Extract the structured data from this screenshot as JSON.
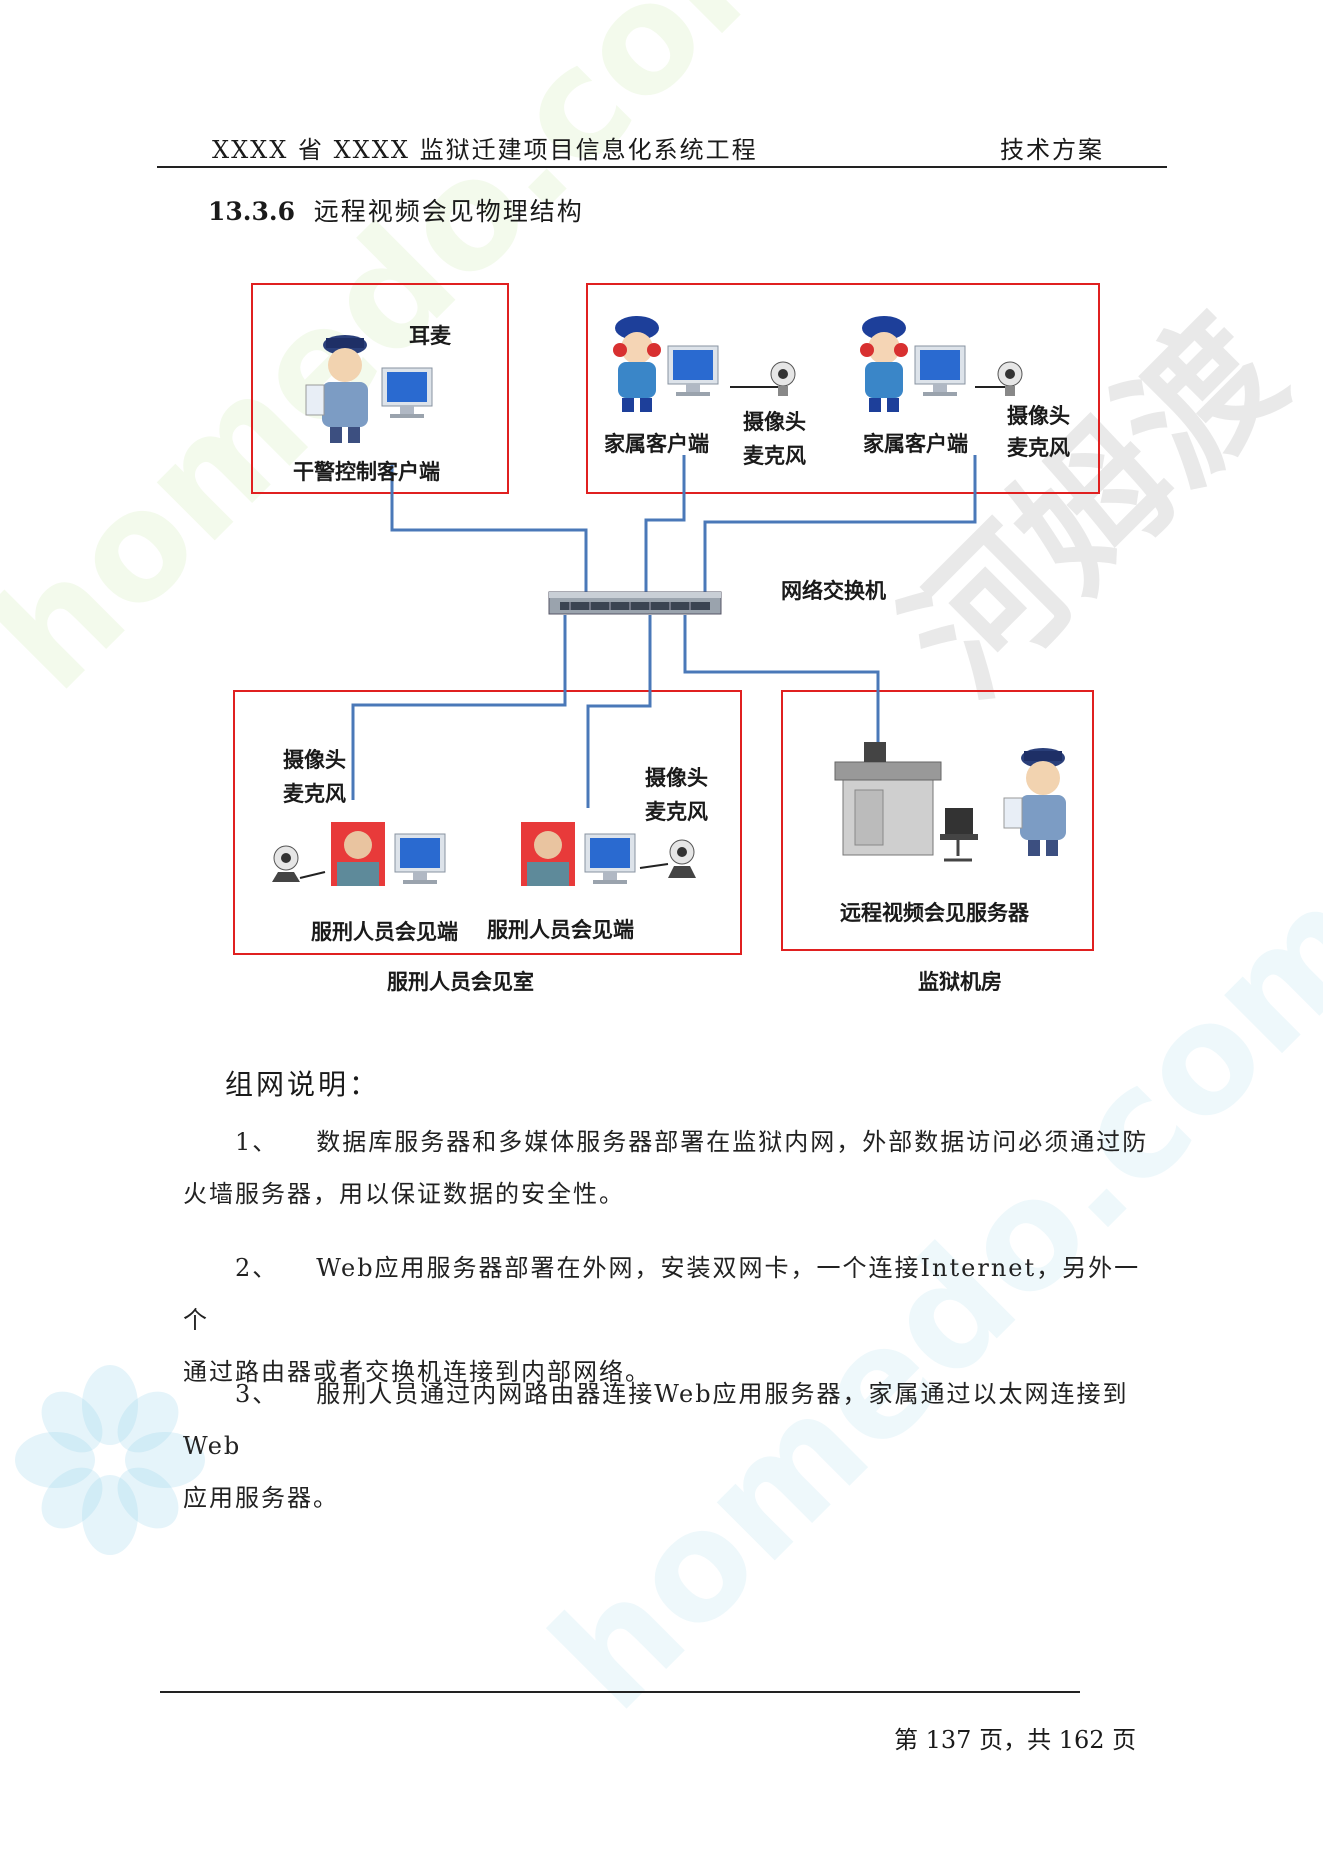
{
  "header": {
    "left": "XXXX 省 XXXX 监狱迁建项目信息化系统工程",
    "right": "技术方案"
  },
  "section": {
    "number": "13.3.6",
    "title": "远程视频会见物理结构"
  },
  "diagram": {
    "labels": {
      "headset": "耳麦",
      "officer_client": "干警控制客户端",
      "family_client_1": "家属客户端",
      "cam_mic_top_1a": "摄像头",
      "cam_mic_top_1b": "麦克风",
      "family_client_2": "家属客户端",
      "cam_mic_top_2a": "摄像头",
      "cam_mic_top_2b": "麦克风",
      "switch": "网络交换机",
      "cam_mic_bot_1a": "摄像头",
      "cam_mic_bot_1b": "麦克风",
      "cam_mic_bot_2a": "摄像头",
      "cam_mic_bot_2b": "麦克风",
      "inmate_client_1": "服刑人员会见端",
      "inmate_client_2": "服刑人员会见端",
      "server": "远程视频会见服务器",
      "inmate_room": "服刑人员会见室",
      "prison_room": "监狱机房"
    },
    "colors": {
      "box_border": "#e02020",
      "link": "#4a78b8"
    }
  },
  "notes": {
    "heading": "组网说明：",
    "items": [
      {
        "num": "1、",
        "text": "数据库服务器和多媒体服务器部署在监狱内网，外部数据访问必须通过防",
        "cont": "火墙服务器，用以保证数据的安全性。"
      },
      {
        "num": "2、",
        "text": "Web应用服务器部署在外网，安装双网卡，一个连接Internet，另外一个",
        "cont": "通过路由器或者交换机连接到内部网络。"
      },
      {
        "num": "3、",
        "text": "服刑人员通过内网路由器连接Web应用服务器，家属通过以太网连接到Web",
        "cont": "应用服务器。"
      }
    ]
  },
  "footer": {
    "page": "第 137 页，共 162 页"
  },
  "watermark": {
    "text_latin": "homedo.com",
    "text_cn": "河姆渡"
  }
}
